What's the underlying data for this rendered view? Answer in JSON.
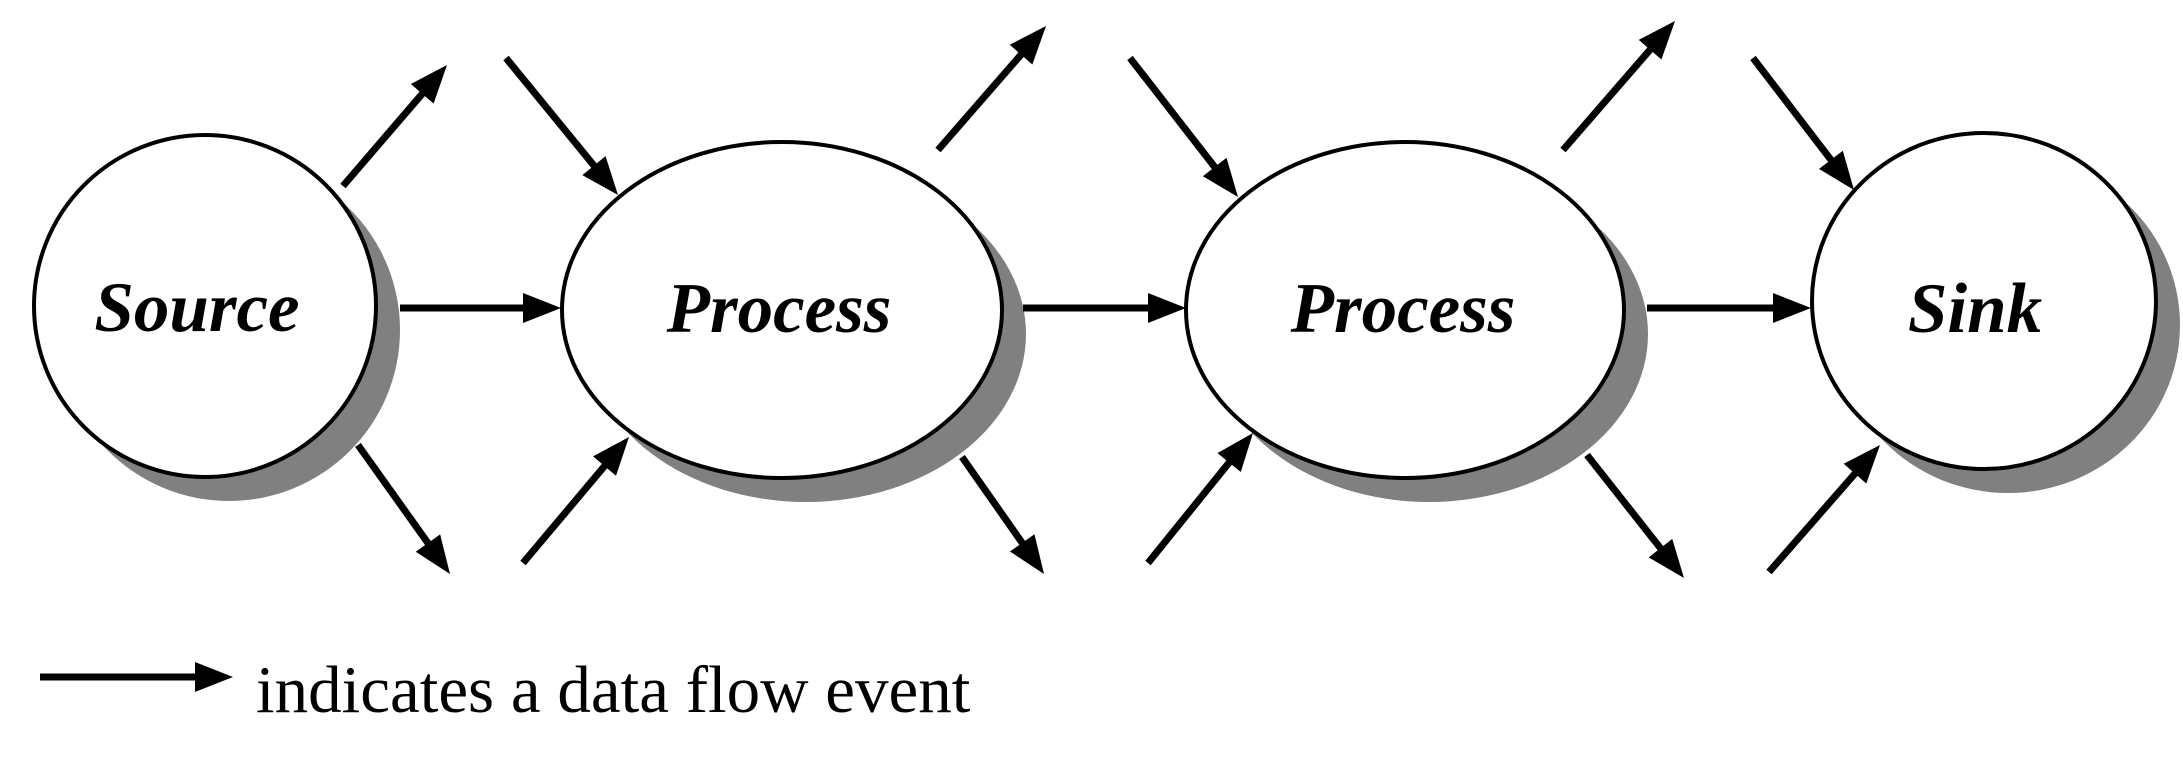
{
  "diagram": {
    "title": "Data flow: source, processes and sink",
    "nodes": [
      {
        "id": "source",
        "label": "Source",
        "kind": "source"
      },
      {
        "id": "process1",
        "label": "Process",
        "kind": "process"
      },
      {
        "id": "process2",
        "label": "Process",
        "kind": "process"
      },
      {
        "id": "sink",
        "label": "Sink",
        "kind": "sink"
      }
    ],
    "edges": [
      {
        "from": "source",
        "to": "process1"
      },
      {
        "from": "process1",
        "to": "process2"
      },
      {
        "from": "process2",
        "to": "sink"
      }
    ],
    "stray_flows": [
      {
        "node": "source",
        "direction": "out",
        "side": "upper-right"
      },
      {
        "node": "source",
        "direction": "out",
        "side": "lower-right"
      },
      {
        "node": "process1",
        "direction": "in",
        "side": "upper-left"
      },
      {
        "node": "process1",
        "direction": "in",
        "side": "lower-left"
      },
      {
        "node": "process1",
        "direction": "out",
        "side": "upper-right"
      },
      {
        "node": "process1",
        "direction": "out",
        "side": "lower-right"
      },
      {
        "node": "process2",
        "direction": "in",
        "side": "upper-left"
      },
      {
        "node": "process2",
        "direction": "in",
        "side": "lower-left"
      },
      {
        "node": "process2",
        "direction": "out",
        "side": "upper-right"
      },
      {
        "node": "process2",
        "direction": "out",
        "side": "lower-right"
      },
      {
        "node": "sink",
        "direction": "in",
        "side": "upper-left"
      },
      {
        "node": "sink",
        "direction": "in",
        "side": "lower-left"
      }
    ],
    "legend": {
      "symbol": "arrow",
      "text": "indicates a data flow event"
    },
    "colors": {
      "stroke": "#000000",
      "fill": "#ffffff",
      "shadow": "#808080",
      "background": "#ffffff"
    }
  }
}
